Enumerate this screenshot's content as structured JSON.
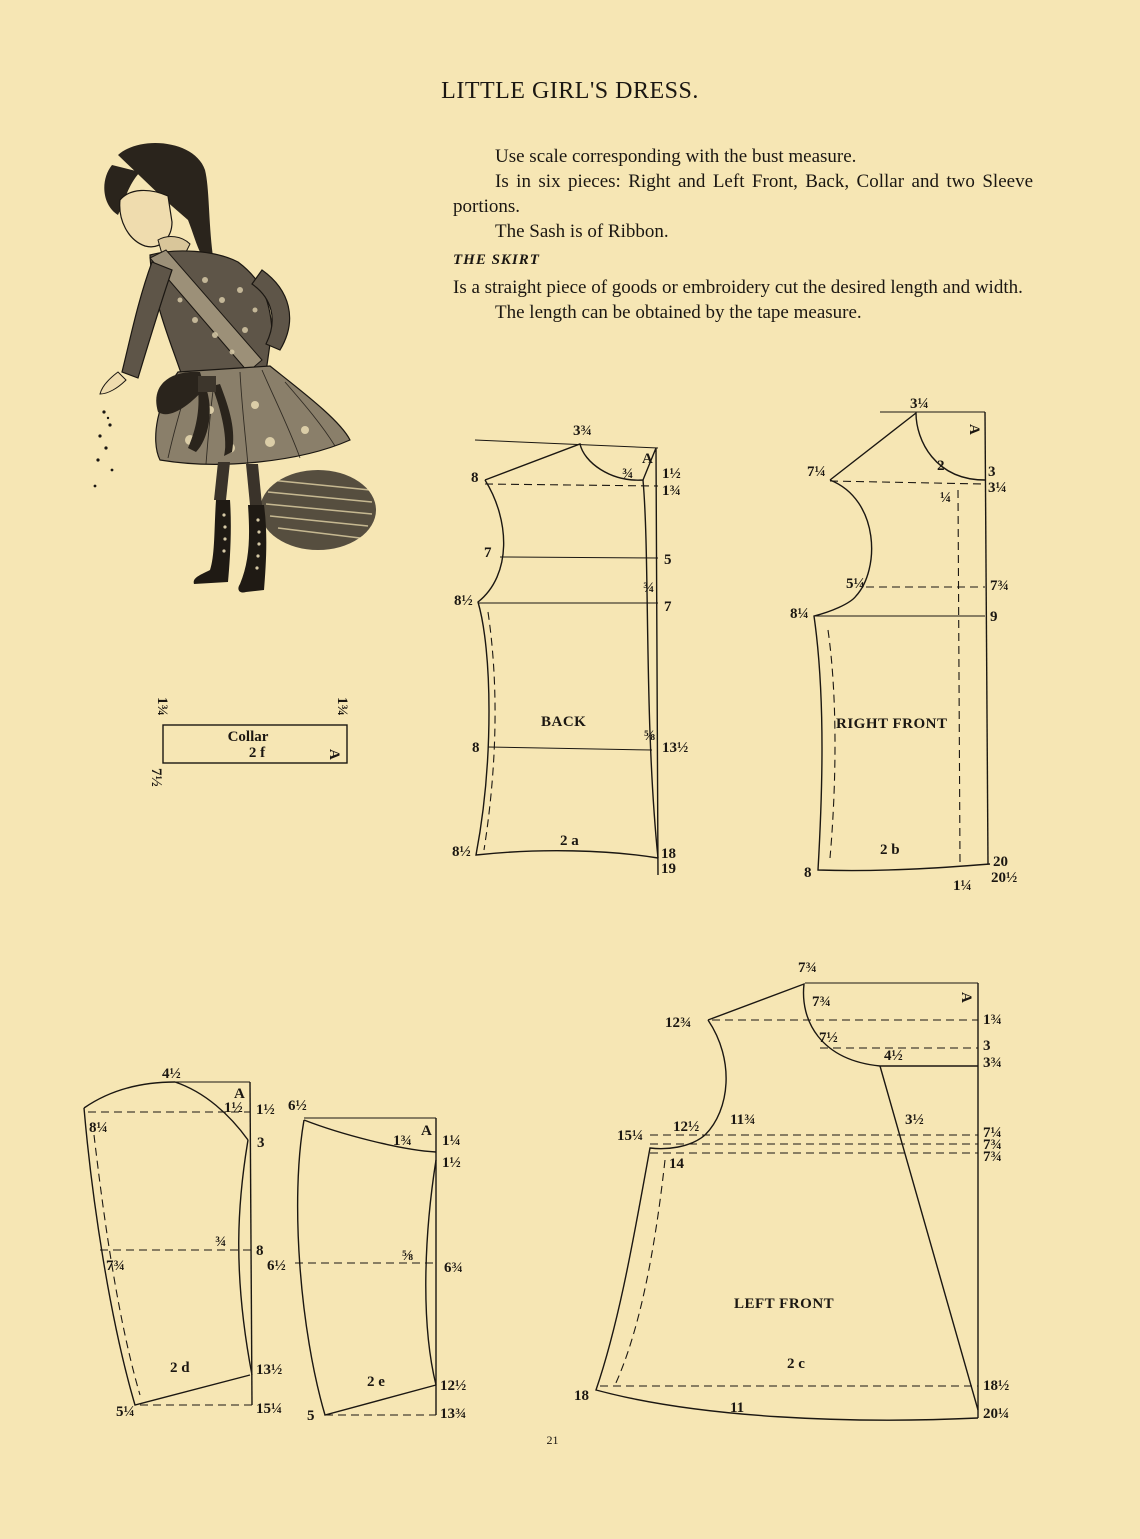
{
  "title": "LITTLE GIRL'S DRESS.",
  "instructions": {
    "p1": "Use scale corresponding with the bust measure.",
    "p2": "Is in six pieces: Right and Left Front, Back, Collar and two Sleeve portions.",
    "p3": "The Sash is of Ribbon.",
    "skirt_heading": "THE SKIRT",
    "p4": "Is a straight piece of goods or embroidery cut the desired length and width.",
    "p5": "The length can be obtained by the tape measure."
  },
  "pieces": {
    "collar": {
      "name": "Collar",
      "code": "2 f",
      "marks": [
        "1¾",
        "1¾",
        "7½",
        "A"
      ]
    },
    "back": {
      "name": "BACK",
      "code": "2 a",
      "marks": [
        "3¾",
        "8",
        "¾",
        "A",
        "1½",
        "1¾",
        "7",
        "5",
        "8½",
        "¾",
        "7",
        "8",
        "⅝",
        "13½",
        "8½",
        "18",
        "19"
      ]
    },
    "right_front": {
      "name": "RIGHT FRONT",
      "code": "2 b",
      "marks": [
        "3¼",
        "A",
        "7¼",
        "2",
        "3",
        "3¼",
        "¼",
        "5¼",
        "7¾",
        "8¼",
        "9",
        "8",
        "1¼",
        "20",
        "20½"
      ]
    },
    "sleeve_upper": {
      "code": "2 d",
      "marks": [
        "4½",
        "A",
        "1½",
        "1½",
        "8¼",
        "3",
        "¾",
        "8",
        "7¾",
        "13½",
        "5¼",
        "15¼"
      ]
    },
    "sleeve_under": {
      "code": "2 e",
      "marks": [
        "6½",
        "1¾",
        "A",
        "1¼",
        "1½",
        "6½",
        "⅝",
        "6¾",
        "12½",
        "5",
        "13¾"
      ]
    },
    "left_front": {
      "name": "LEFT FRONT",
      "code": "2 c",
      "marks": [
        "7¾",
        "A",
        "12¾",
        "7¾",
        "1¾",
        "7½",
        "3",
        "4½",
        "3¾",
        "15¼",
        "12½",
        "11¾",
        "3½",
        "7¼",
        "7¾",
        "14",
        "7¾",
        "18",
        "11",
        "18½",
        "20¼"
      ]
    }
  },
  "page_number": "21"
}
